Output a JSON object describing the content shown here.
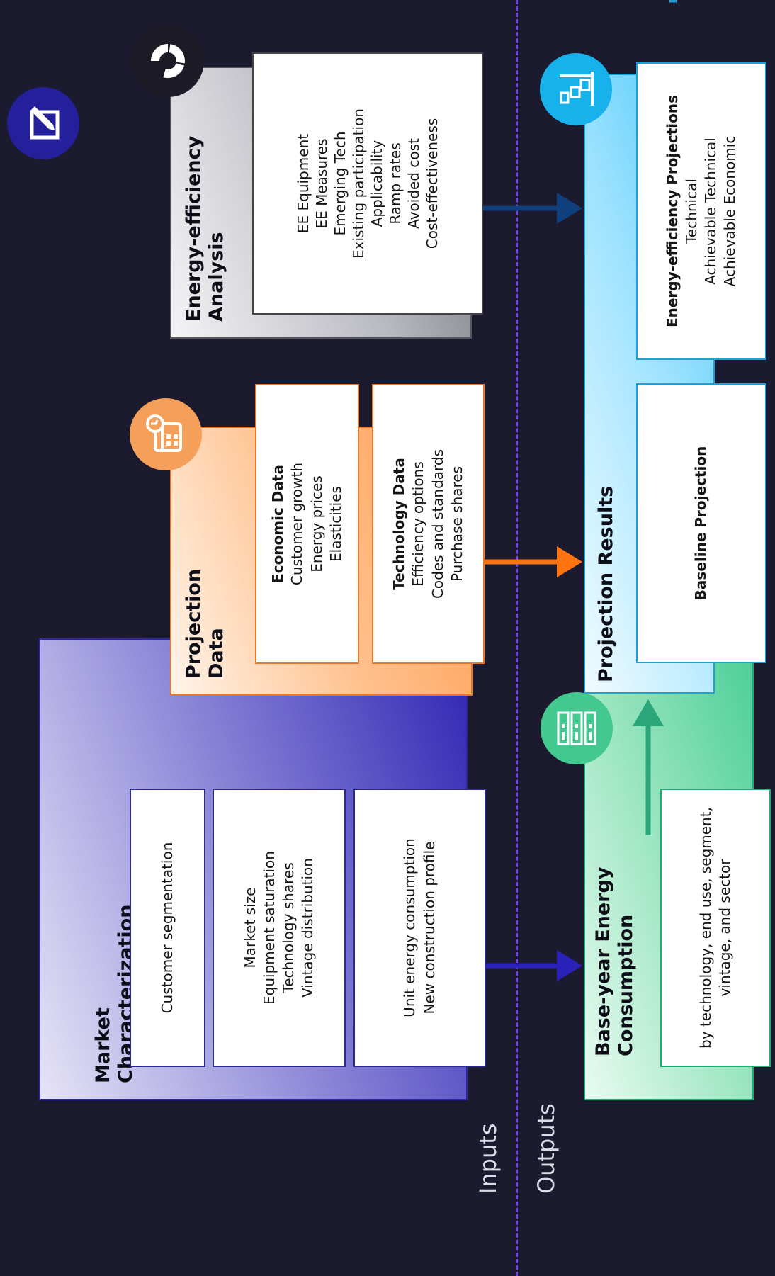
{
  "colors": {
    "background": "#1b1a2e",
    "market": "#2f25b3",
    "projection_data": "#ff9c4f",
    "energy_efficiency": "#6e6e78",
    "base_year": "#4dcf99",
    "projection_results": "#47c6f7",
    "divider": "#7546e0"
  },
  "icons": {
    "market": "pencil-square-icon",
    "projection_data": "calendar-clock-icon",
    "energy_efficiency": "circular-arrows-icon",
    "base_year": "server-stack-icon",
    "projection_results": "bar-chart-icon"
  },
  "market": {
    "title_line1": "Market",
    "title_line2": "Characterization",
    "box1": "Customer segmentation",
    "box2": [
      "Market size",
      "Equipment saturation",
      "Technology shares",
      "Vintage distribution"
    ],
    "box3": [
      "Unit energy consumption",
      "New construction profile"
    ]
  },
  "projection_data": {
    "title_line1": "Projection",
    "title_line2": "Data",
    "economic": {
      "heading": "Economic Data",
      "items": [
        "Customer growth",
        "Energy prices",
        "Elasticities"
      ]
    },
    "technology": {
      "heading": "Technology Data",
      "items": [
        "Efficiency options",
        "Codes and standards",
        "Purchase shares"
      ]
    }
  },
  "energy_efficiency": {
    "title_line1": "Energy-efficiency",
    "title_line2": "Analysis",
    "items": [
      "EE Equipment",
      "EE Measures",
      "Emerging Tech",
      "Existing participation",
      "Applicability",
      "Ramp rates",
      "Avoided cost",
      "Cost-effectiveness"
    ]
  },
  "base_year": {
    "title_line1": "Base-year Energy",
    "title_line2": "Consumption",
    "box": [
      "by technology, end use, segment,",
      "vintage, and sector"
    ]
  },
  "projection_results": {
    "title": "Projection Results",
    "baseline": "Baseline Projection",
    "ee": {
      "heading": "Energy-efficiency Projections",
      "items": [
        "Technical",
        "Achievable Technical",
        "Achievable Economic"
      ]
    }
  },
  "labels": {
    "inputs": "Inputs",
    "outputs": "Outputs"
  }
}
